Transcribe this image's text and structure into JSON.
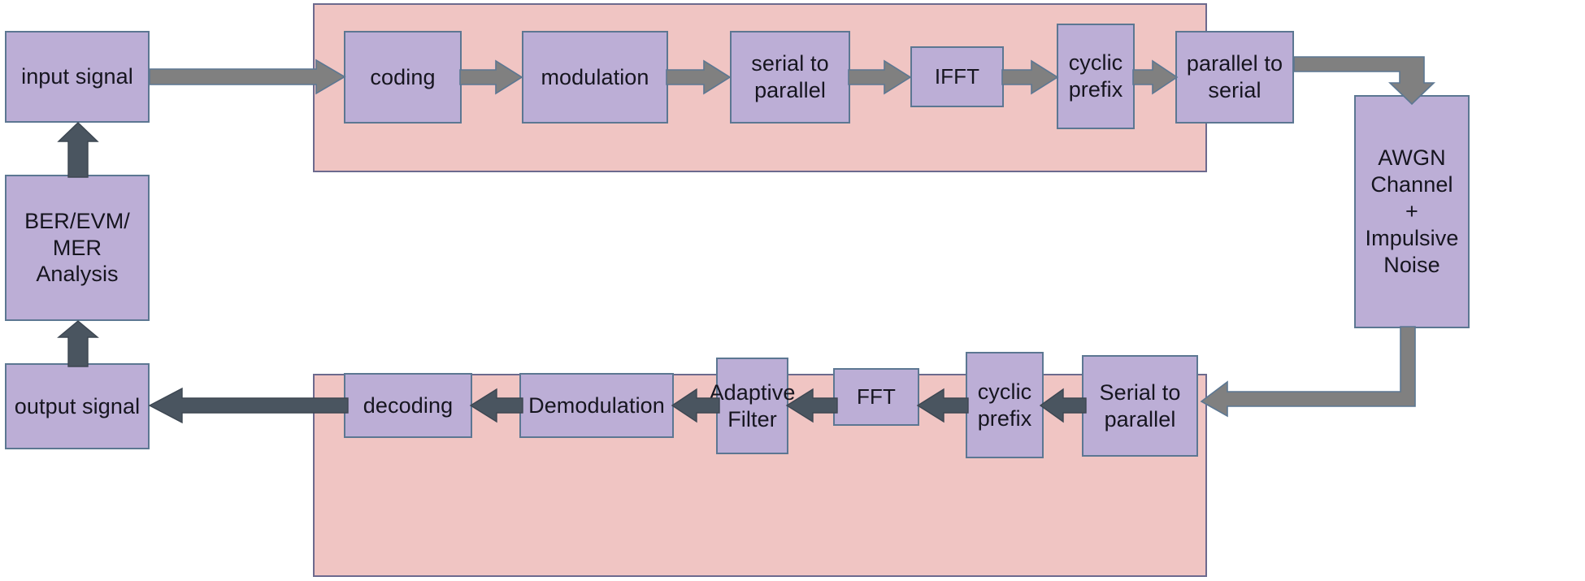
{
  "diagram": {
    "title": "OFDM transceiver block diagram with AWGN and impulsive noise channel",
    "colors": {
      "group_fill": "#F0C5C3",
      "group_stroke": "#6C6A8E",
      "block_fill": "#BCAED6",
      "block_stroke": "#5C7792",
      "arrow_light": "#808080",
      "arrow_dark": "#4A5560",
      "background": "#FFFFFF",
      "text": "#16151F"
    },
    "groups": [
      {
        "id": "transmitter",
        "label": ""
      },
      {
        "id": "receiver",
        "label": ""
      }
    ],
    "blocks": {
      "input_signal": "input signal",
      "coding": "coding",
      "modulation": "modulation",
      "serial_to_parallel_tx": "serial to\nparallel",
      "ifft": "IFFT",
      "cyclic_prefix_tx": "cyclic\nprefix",
      "parallel_to_serial": "parallel to\nserial",
      "awgn_channel": "AWGN\nChannel\n+\nImpulsive\nNoise",
      "serial_to_parallel_rx": "Serial to\nparallel",
      "cyclic_prefix_rx": "cyclic\nprefix",
      "fft": "FFT",
      "adaptive_filter": "Adaptive\nFilter",
      "demodulation": "Demodulation",
      "decoding": "decoding",
      "output_signal": "output signal",
      "analysis": "BER/EVM/\nMER\nAnalysis"
    },
    "flow": [
      {
        "from": "input signal",
        "to": "coding"
      },
      {
        "from": "coding",
        "to": "modulation"
      },
      {
        "from": "modulation",
        "to": "serial to parallel"
      },
      {
        "from": "serial to parallel",
        "to": "IFFT"
      },
      {
        "from": "IFFT",
        "to": "cyclic prefix"
      },
      {
        "from": "cyclic prefix",
        "to": "parallel to serial"
      },
      {
        "from": "parallel to serial",
        "to": "AWGN Channel + Impulsive Noise"
      },
      {
        "from": "AWGN Channel + Impulsive Noise",
        "to": "Serial to parallel"
      },
      {
        "from": "Serial to parallel",
        "to": "cyclic prefix"
      },
      {
        "from": "cyclic prefix",
        "to": "FFT"
      },
      {
        "from": "FFT",
        "to": "Adaptive Filter"
      },
      {
        "from": "Adaptive Filter",
        "to": "Demodulation"
      },
      {
        "from": "Demodulation",
        "to": "decoding"
      },
      {
        "from": "decoding",
        "to": "output signal"
      },
      {
        "from": "output signal",
        "to": "BER/EVM/MER Analysis"
      },
      {
        "from": "BER/EVM/MER Analysis",
        "to": "input signal"
      }
    ]
  }
}
